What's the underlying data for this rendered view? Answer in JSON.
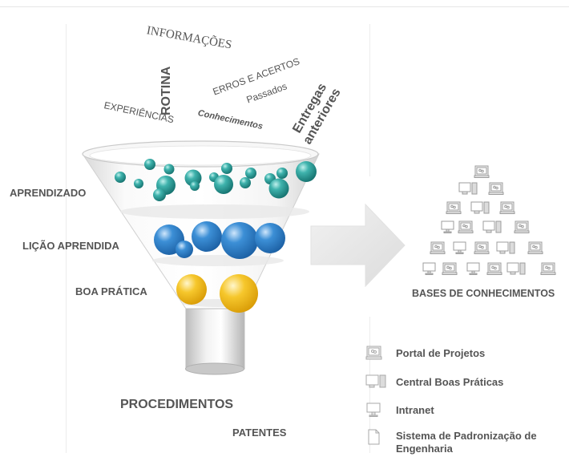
{
  "funnel_words": {
    "informacoes": "INFORMAÇÕES",
    "rotina": "ROTINA",
    "erros_acertos": "ERROS E ACERTOS",
    "passados": "Passados",
    "experiencias": "EXPERIÊNCIAS",
    "conhecimentos": "Conhecimentos",
    "entregas": "Entregas",
    "anteriores": "anteriores"
  },
  "levels": {
    "aprendizado": "APRENDIZADO",
    "licao": "LIÇÃO APRENDIDA",
    "boa_pratica": "BOA PRÁTICA"
  },
  "outputs": {
    "procedimentos": "PROCEDIMENTOS",
    "patentes": "PATENTES"
  },
  "bases_title": "BASES DE CONHECIMENTOS",
  "legend": [
    {
      "icon": "portal-icon",
      "label": "Portal de Projetos"
    },
    {
      "icon": "central-icon",
      "label": "Central Boas Práticas"
    },
    {
      "icon": "intranet-icon",
      "label": "Intranet"
    },
    {
      "icon": "document-icon",
      "label": "Sistema de Padronização de Engenharia"
    }
  ],
  "colors": {
    "teal": "#2a9d9b",
    "blue": "#2f7fc6",
    "yellow": "#f2c12e",
    "text": "#555555",
    "arrow": "#e8e8e8"
  }
}
